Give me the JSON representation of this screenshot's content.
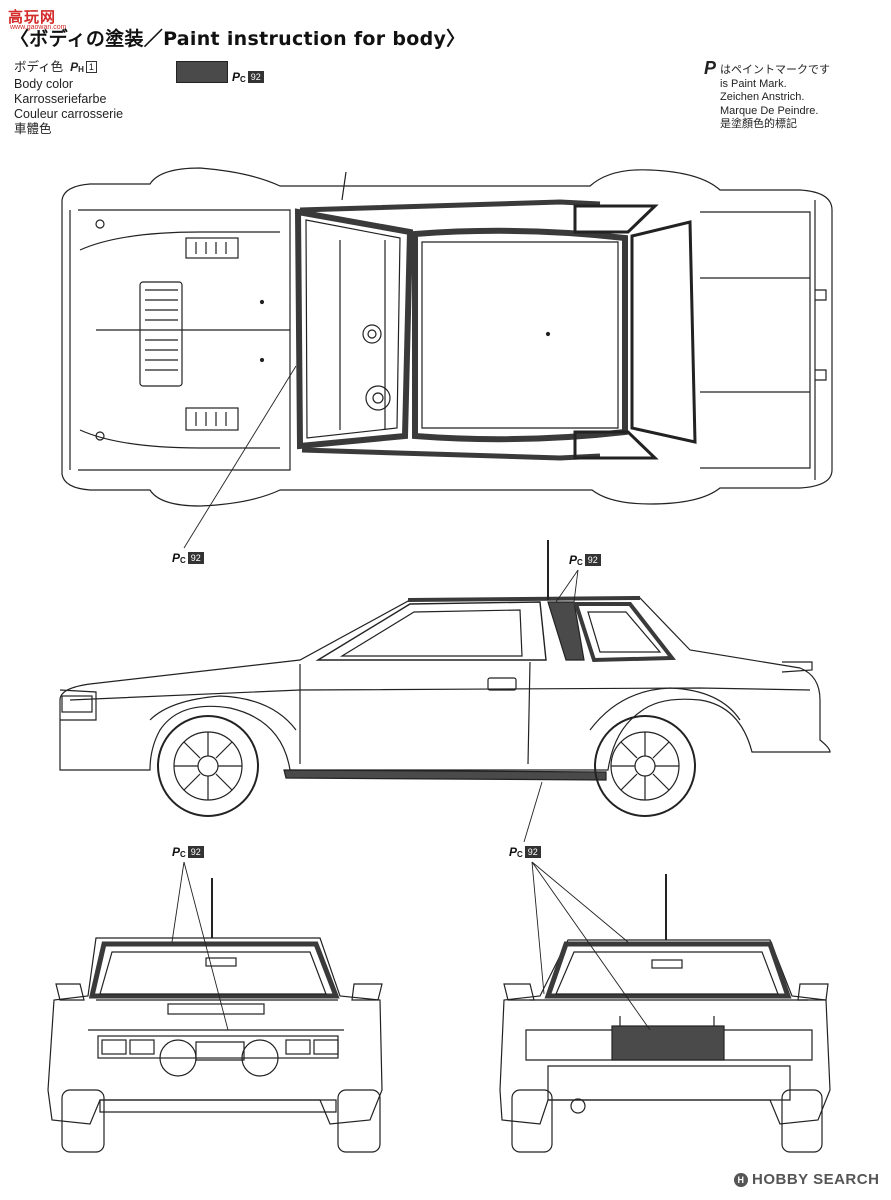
{
  "watermark": {
    "line1": "高玩网",
    "line2": "www.gaowan.com"
  },
  "header": {
    "title": "〈ボディの塗装／Paint instruction for body〉"
  },
  "legend": {
    "lines": [
      "ボディ色",
      "Body color",
      "Karrosseriefarbe",
      "Couleur carrosserie",
      "車體色"
    ],
    "paint_code_H": "1",
    "swatch_color": "#4a4a4a",
    "swatch_code": "92"
  },
  "paint_note": {
    "lines": [
      "はペイントマークです",
      "is Paint Mark.",
      "Zeichen Anstrich.",
      "Marque De Peindre.",
      "是塗顏色的標記"
    ]
  },
  "callouts": [
    {
      "letter": "P",
      "sub": "C",
      "code": "92"
    },
    {
      "letter": "P",
      "sub": "C",
      "code": "92"
    },
    {
      "letter": "P",
      "sub": "C",
      "code": "92"
    },
    {
      "letter": "P",
      "sub": "C",
      "code": "92"
    }
  ],
  "footer": {
    "brand": "HOBBY SEARCH",
    "brand_mark": "H"
  }
}
